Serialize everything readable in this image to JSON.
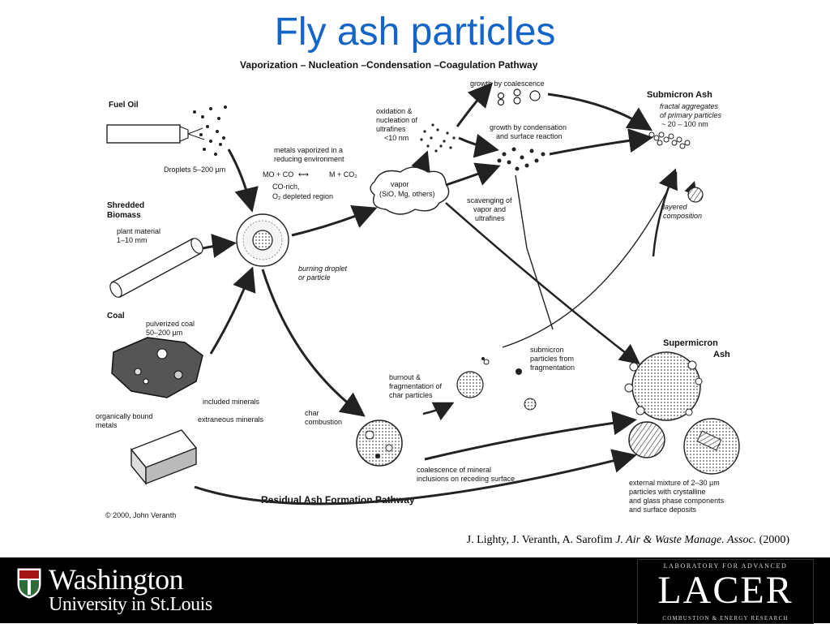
{
  "slide": {
    "title": "Fly ash particles",
    "citation_authors": "J. Lighty, J. Veranth, A. Sarofim",
    "citation_journal": "J. Air & Waste Manage. Assoc.",
    "citation_year": "(2000)"
  },
  "diagram": {
    "pathway_top": "Vaporization – Nucleation –Condensation –Coagulation Pathway",
    "pathway_bottom": "Residual Ash Formation Pathway",
    "fuel_oil": "Fuel Oil",
    "droplets": "Droplets 5–200 µm",
    "shredded_biomass_1": "Shredded",
    "shredded_biomass_2": "Biomass",
    "plant_material_1": "plant material",
    "plant_material_2": "1–10 mm",
    "coal": "Coal",
    "pulverized_coal_1": "pulverized coal",
    "pulverized_coal_2": "50–200 µm",
    "included_minerals": "included minerals",
    "organically_bound_1": "organically bound",
    "organically_bound_2": "metals",
    "extraneous_minerals": "extraneous minerals",
    "metals_vaporized_1": "metals vaporized in a",
    "metals_vaporized_2": "reducing environment",
    "reaction_left": "MO + CO",
    "reaction_right": "M + CO₂",
    "co_rich": "CO-rich,",
    "o2_depleted": "O₂ depleted region",
    "burning_droplet_1": "burning droplet",
    "burning_droplet_2": "or particle",
    "oxidation_1": "oxidation &",
    "oxidation_2": "nucleation of",
    "oxidation_3": "ultrafines",
    "oxidation_4": "<10 nm",
    "vapor_1": "vapor",
    "vapor_2": "(SiO, Mg, others)",
    "growth_coalescence": "growth by coalescence",
    "growth_condensation_1": "growth by condensation",
    "growth_condensation_2": "and surface reaction",
    "scavenging_1": "scavenging of",
    "scavenging_2": "vapor and",
    "scavenging_3": "ultrafines",
    "submicron_ash": "Submicron Ash",
    "fractal_1": "fractal aggregates",
    "fractal_2": "of primary particles",
    "fractal_3": "~ 20 – 100 nm",
    "layered_1": "layered",
    "layered_2": "composition",
    "submicron_frag_1": "submicron",
    "submicron_frag_2": "particles from",
    "submicron_frag_3": "fragmentation",
    "burnout_1": "burnout &",
    "burnout_2": "fragmentation of",
    "burnout_3": "char  particles",
    "char_combustion_1": "char",
    "char_combustion_2": "combustion",
    "coalescence_mineral_1": "coalescence of mineral",
    "coalescence_mineral_2": "inclusions on receding surface",
    "supermicron_1": "Supermicron",
    "supermicron_2": "Ash",
    "external_1": "external mixture of 2–30 µm",
    "external_2": "particles with crystalline",
    "external_3": "and glass phase components",
    "external_4": "and surface deposits",
    "copyright": "© 2000, John Veranth"
  },
  "footer": {
    "wu_name": "Washington",
    "wu_sub": "University in St.Louis",
    "lacer_top": "LABORATORY FOR ADVANCED",
    "lacer_main": "LACER",
    "lacer_bottom": "COMBUSTION & ENERGY RESEARCH"
  },
  "colors": {
    "title": "#1565c8",
    "footer_bg": "#000000",
    "wu_red": "#a51417"
  }
}
